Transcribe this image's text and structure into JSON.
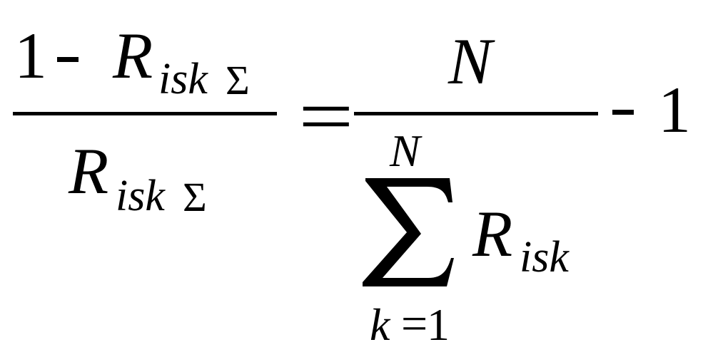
{
  "equation": {
    "left_fraction": {
      "numerator": {
        "one": "1",
        "minus": "-",
        "R": "R",
        "sub_isk": "isk",
        "sub_sigma": "Σ"
      },
      "denominator": {
        "R": "R",
        "sub_isk": "isk",
        "sub_sigma": "Σ"
      }
    },
    "equals": "=",
    "right_fraction": {
      "numerator": {
        "N": "N"
      },
      "denominator": {
        "sum_upper": "N",
        "sum_symbol": "∑",
        "R": "R",
        "sub_isk": "isk",
        "sum_lower_k": "k",
        "sum_lower_eq": "=",
        "sum_lower_one": "1"
      }
    },
    "trailing_minus": "-",
    "trailing_one": "1"
  }
}
